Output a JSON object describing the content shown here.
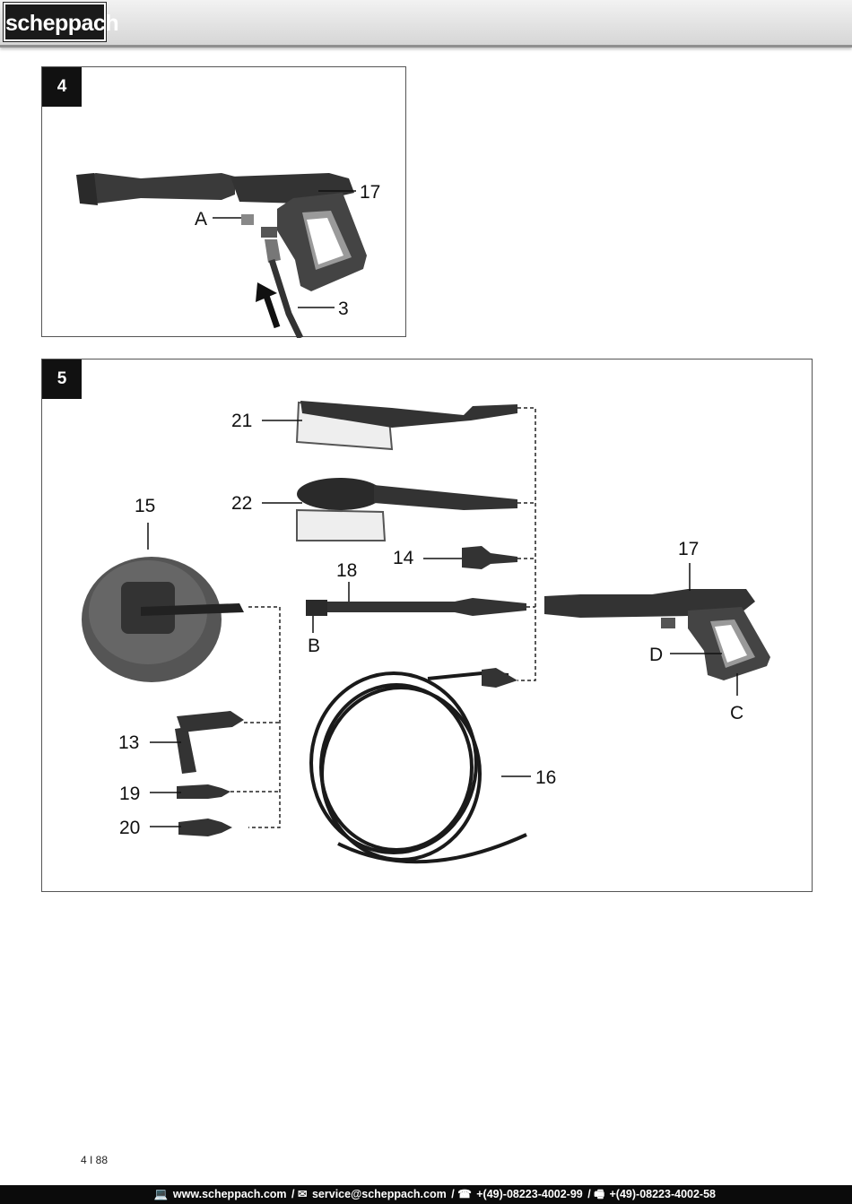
{
  "header": {
    "logo_text": "scheppach"
  },
  "figure4": {
    "number": "4",
    "labels": {
      "gun": "17",
      "lock": "A",
      "hose": "3"
    }
  },
  "figure5": {
    "number": "5",
    "labels": {
      "brush_flat": "21",
      "brush_round": "22",
      "surface_cleaner": "15",
      "adapter": "14",
      "lance": "18",
      "lance_end": "B",
      "gun": "17",
      "gun_d": "D",
      "gun_c": "C",
      "angle_nozzle": "13",
      "nozzle_19": "19",
      "nozzle_20": "20",
      "hose": "16"
    }
  },
  "page": {
    "number": "4 I 88"
  },
  "footer": {
    "web_icon": "laptop-icon",
    "web": "www.scheppach.com",
    "mail_icon": "mail-icon",
    "mail": "service@scheppach.com",
    "phone_icon": "phone-icon",
    "phone": "+(49)-08223-4002-99",
    "fax_icon": "fax-icon",
    "fax": "+(49)-08223-4002-58",
    "separator": "/"
  }
}
